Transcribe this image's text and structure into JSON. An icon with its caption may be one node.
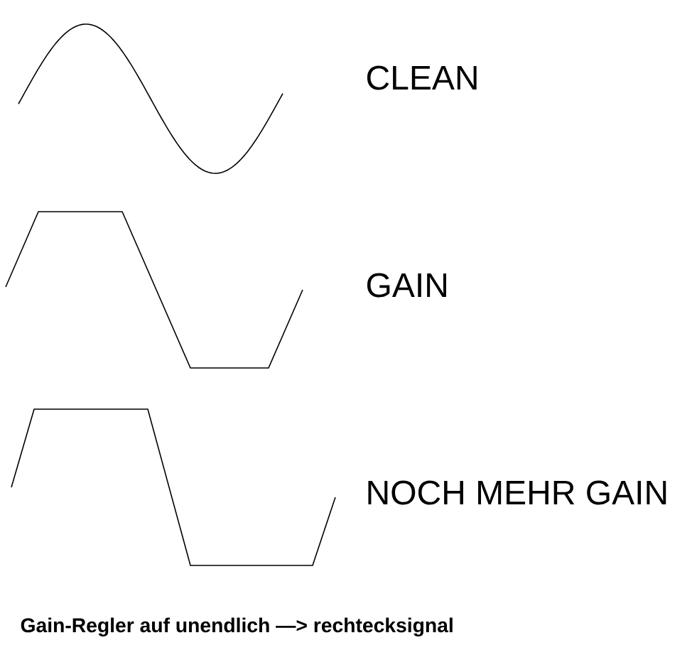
{
  "diagram": {
    "labels": [
      "CLEAN",
      "GAIN",
      "NOCH MEHR GAIN",
      "Gain-Regler auf unendlich —> rechtecksignal"
    ]
  }
}
